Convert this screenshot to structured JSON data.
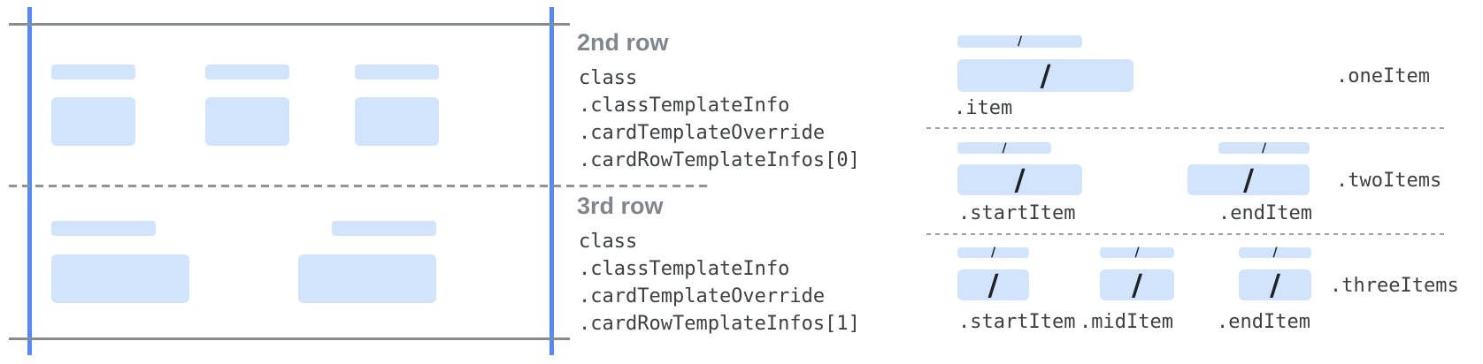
{
  "slash": "/",
  "colors": {
    "placeholder_fill": "#d2e3fc",
    "edge_guide_blue": "#5589f4",
    "frame_line_gray": "#888c90",
    "dashed_line_gray": "#9aa0a6",
    "heading_gray": "#80868b",
    "code_text": "#3c4043",
    "slash_color": "#202124"
  },
  "middle": {
    "sections": [
      {
        "heading": "2nd row",
        "lines": [
          "class",
          ".classTemplateInfo",
          ".cardTemplateOverride",
          ".cardRowTemplateInfos[0]"
        ]
      },
      {
        "heading": "3rd row",
        "lines": [
          "class",
          ".classTemplateInfo",
          ".cardTemplateOverride",
          ".cardRowTemplateInfos[1]"
        ]
      }
    ]
  },
  "right": {
    "sections": [
      {
        "label": ".oneItem",
        "items": [
          ".item"
        ]
      },
      {
        "label": ".twoItems",
        "items": [
          ".startItem",
          ".endItem"
        ]
      },
      {
        "label": ".threeItems",
        "items": [
          ".startItem",
          ".midItem",
          ".endItem"
        ]
      }
    ]
  }
}
